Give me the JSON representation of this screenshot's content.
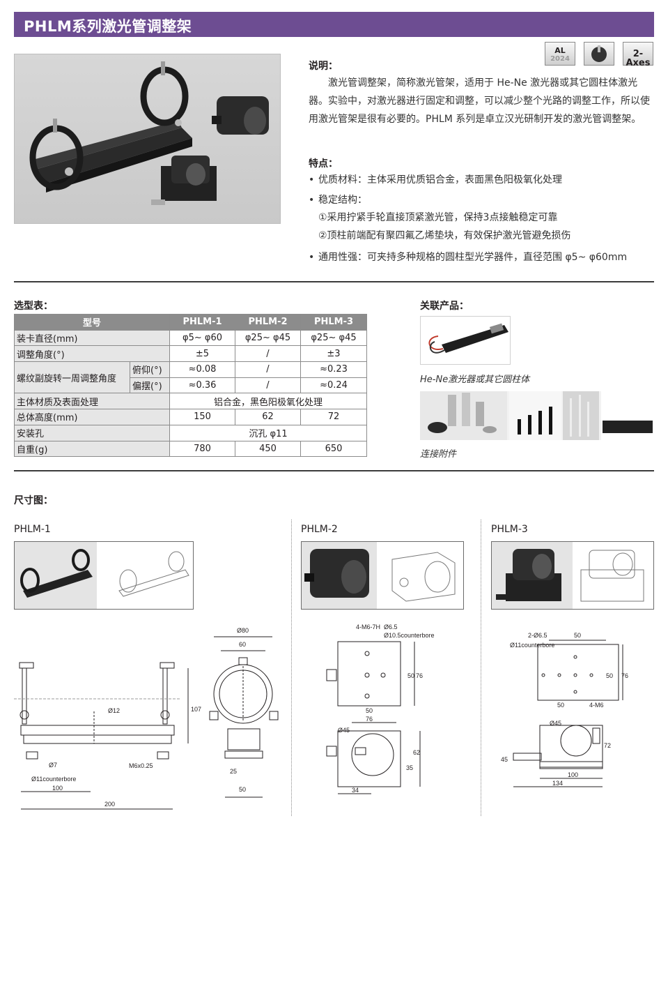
{
  "title": "PHLM系列激光管调整架",
  "badges": {
    "al_top": "AL",
    "al_bottom": "2024",
    "axes": "2-Axes"
  },
  "description": {
    "heading": "说明：",
    "text": "激光管调整架，简称激光管架，适用于 He-Ne 激光器或其它圆柱体激光器。实验中，对激光器进行固定和调整，可以减少整个光路的调整工作，所以使用激光管架是很有必要的。PHLM 系列是卓立汉光研制开发的激光管调整架。"
  },
  "features": {
    "heading": "特点：",
    "item1": "优质材料：主体采用优质铝合金，表面黑色阳极氧化处理",
    "item2": "稳定结构：",
    "item2_sub1": "①采用拧紧手轮直接顶紧激光管，保持3点接触稳定可靠",
    "item2_sub2": "②顶柱前端配有聚四氟乙烯垫块，有效保护激光管避免损伤",
    "item3": "通用性强：可夹持多种规格的圆柱型光学器件，直径范围 φ5~ φ60mm"
  },
  "selection": {
    "heading": "选型表：",
    "headers": [
      "型号",
      "PHLM-1",
      "PHLM-2",
      "PHLM-3"
    ],
    "rows": {
      "diameter": {
        "label": "装卡直径(mm)",
        "v1": "φ5~ φ60",
        "v2": "φ25~ φ45",
        "v3": "φ25~ φ45"
      },
      "angle": {
        "label": "调整角度(°)",
        "v1": "±5",
        "v2": "/",
        "v3": "±3"
      },
      "screw": {
        "label": "螺纹副旋转一周调整角度",
        "sub1": "俯仰(°)",
        "sub1_v1": "≈0.08",
        "sub1_v2": "/",
        "sub1_v3": "≈0.23",
        "sub2": "偏摆(°)",
        "sub2_v1": "≈0.36",
        "sub2_v2": "/",
        "sub2_v3": "≈0.24"
      },
      "material": {
        "label": "主体材质及表面处理",
        "value": "铝合金，黑色阳极氧化处理"
      },
      "height": {
        "label": "总体高度(mm)",
        "v1": "150",
        "v2": "62",
        "v3": "72"
      },
      "mount": {
        "label": "安装孔",
        "value": "沉孔 φ11"
      },
      "weight": {
        "label": "自重(g)",
        "v1": "780",
        "v2": "450",
        "v3": "650"
      }
    }
  },
  "related": {
    "heading": "关联产品：",
    "caption1": "He-Ne激光器或其它圆柱体",
    "caption2": "连接附件"
  },
  "dimensions": {
    "heading": "尺寸图：",
    "m1": {
      "label": "PHLM-1",
      "d80": "Ø80",
      "d60": "60",
      "d107": "107",
      "d12": "Ø12",
      "d7": "Ø7",
      "cb": "Ø11counterbore",
      "m6": "M6x0.25",
      "d100": "100",
      "d200": "200",
      "d25": "25",
      "d50": "50"
    },
    "m2": {
      "label": "PHLM-2",
      "m6h": "4-M6-7H",
      "d65": "Ø6.5",
      "cb": "Ø10.5counterbore",
      "d50": "50",
      "d76": "76",
      "d50b": "50",
      "d76b": "76",
      "d45": "Ø45",
      "d62": "62",
      "d35": "35",
      "d34": "34"
    },
    "m3": {
      "label": "PHLM-3",
      "h2": "2-Ø6.5",
      "cb": "Ø11counterbore",
      "d50t": "50",
      "d50r": "50",
      "d76": "76",
      "d50b": "50",
      "m6": "4-M6",
      "d45c": "Ø45",
      "d45": "45",
      "d72": "72",
      "d100": "100",
      "d134": "134"
    }
  }
}
